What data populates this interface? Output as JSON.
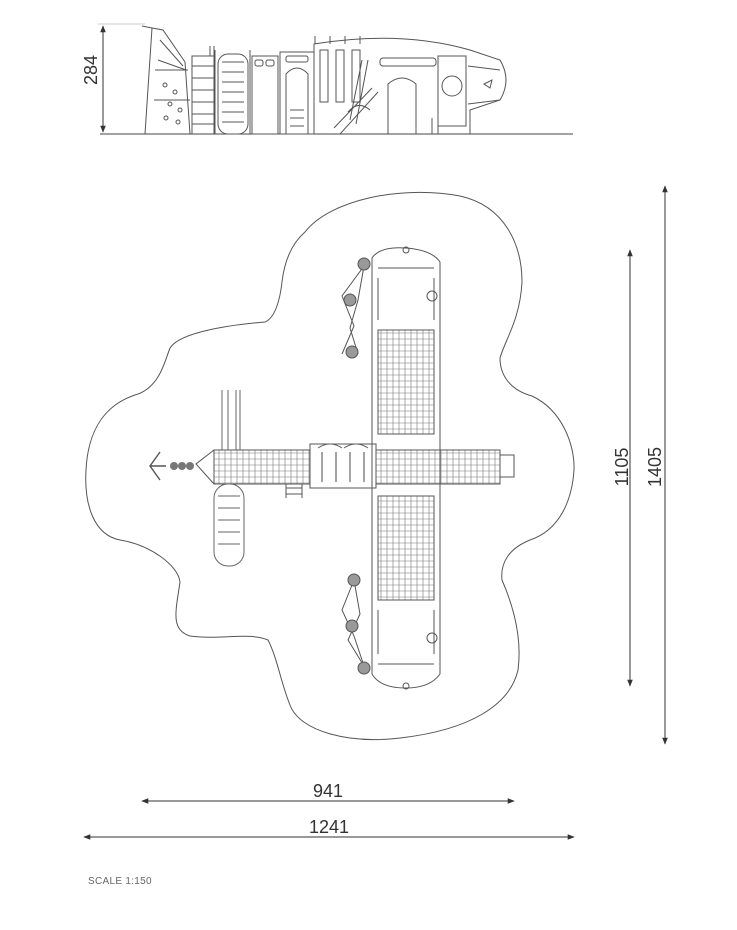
{
  "dimensions": {
    "height_elevation": "284",
    "inner_width": "941",
    "outer_width": "1241",
    "inner_length": "1105",
    "outer_length": "1405"
  },
  "scale_label": "SCALE 1:150",
  "colors": {
    "line": "#555555",
    "dimension": "#333333",
    "scale": "#666666"
  }
}
